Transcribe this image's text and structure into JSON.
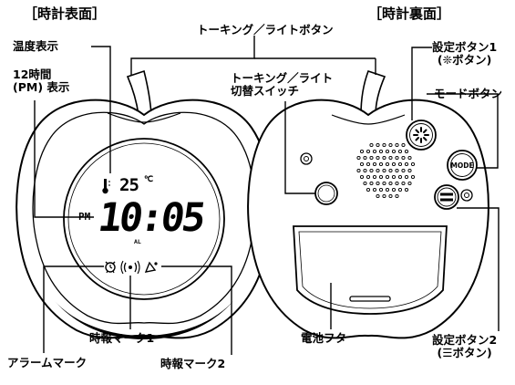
{
  "headings": {
    "front": "［時計表面］",
    "back": "［時計裏面］"
  },
  "labels": {
    "temperature_display": "温度表示",
    "talking_light_button": "トーキング／ライトボタン",
    "pm_display_line1": "12時間",
    "pm_display_line2": "(PM) 表示",
    "talking_light_switch_line1": "トーキング／ライト",
    "talking_light_switch_line2": "切替スイッチ",
    "setting_button1_line1": "設定ボタン1",
    "setting_button1_line2": "(❊ボタン)",
    "mode_button": "モードボタン",
    "alarm_mark": "アラームマーク",
    "time_signal_mark1": "時報マーク1",
    "time_signal_mark2": "時報マーク2",
    "battery_cover": "電池フタ",
    "setting_button2_line1": "設定ボタン2",
    "setting_button2_line2": "(☰ボタン)"
  },
  "lcd": {
    "temperature": "25",
    "temp_unit": "℃",
    "pm": "PM",
    "time": "10:05",
    "al": "AL"
  },
  "device_labels": {
    "mode_button_text": "MODE"
  }
}
